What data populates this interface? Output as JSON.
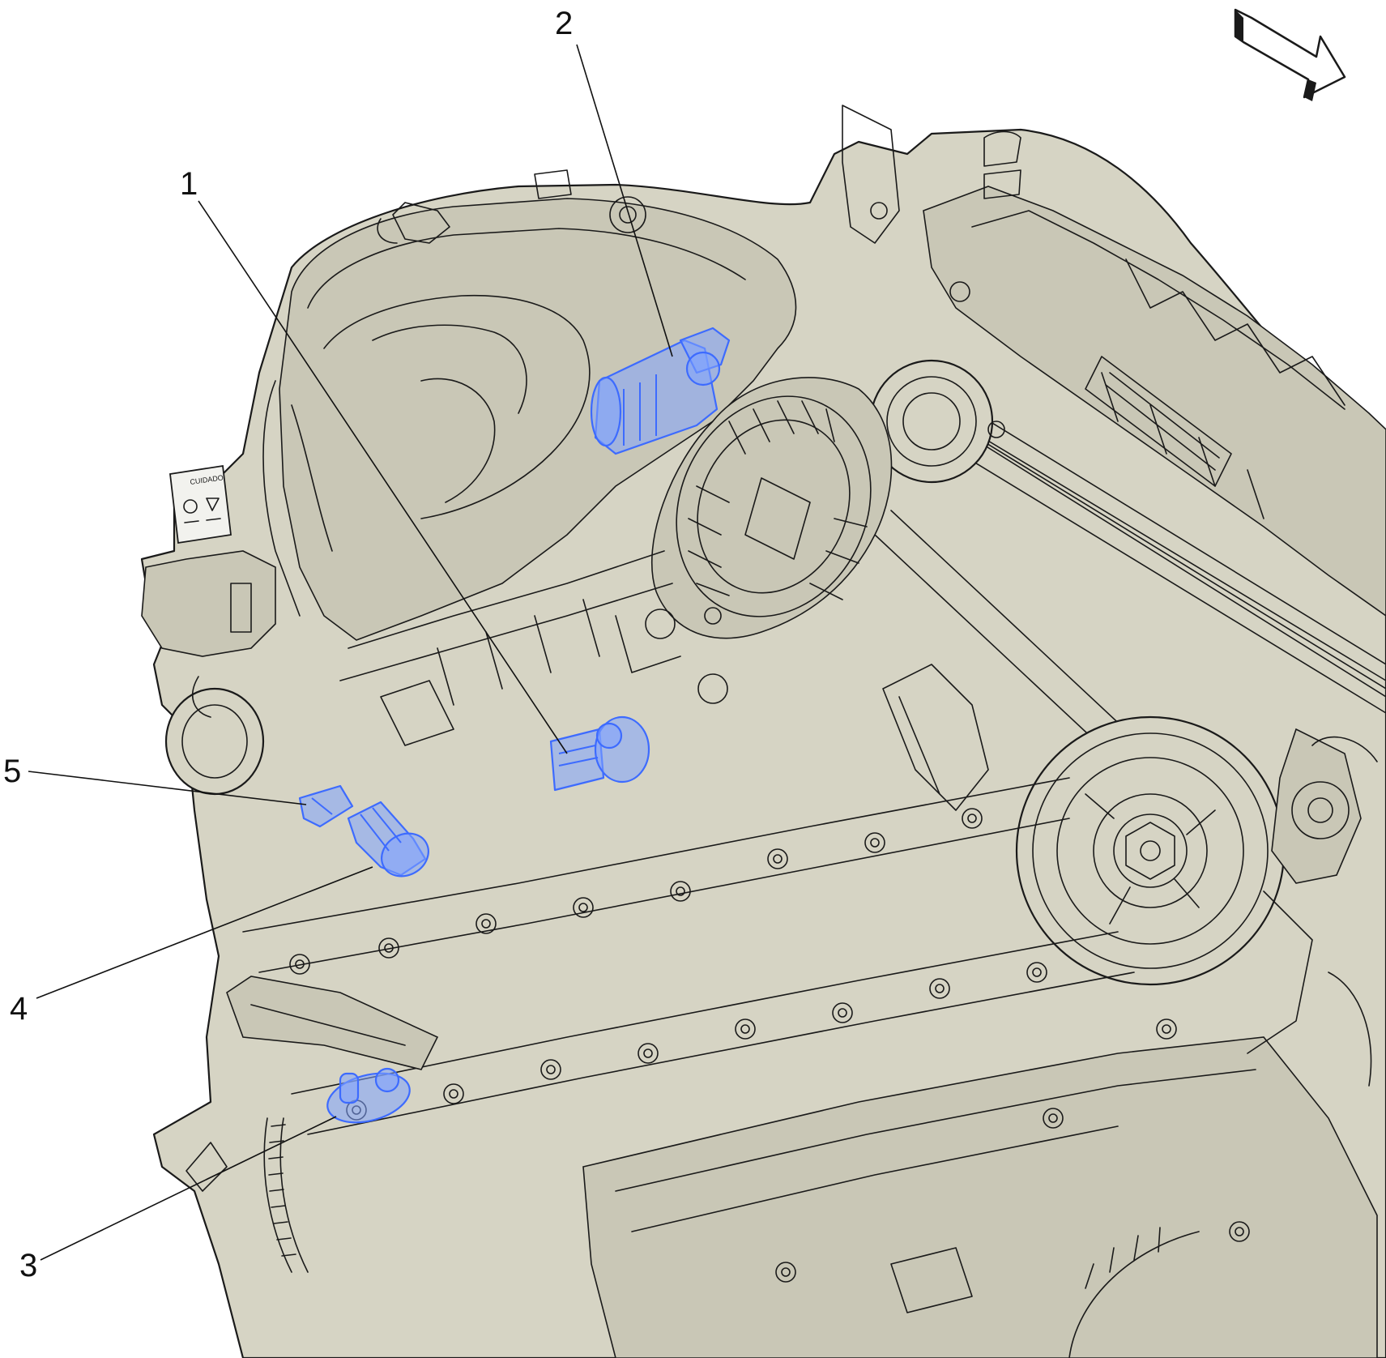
{
  "colors": {
    "engine_fill": "#d6d4c4",
    "outline": "#1a1a1a",
    "highlight": "#3d6bff"
  },
  "callouts": [
    {
      "label": "1"
    },
    {
      "label": "2"
    },
    {
      "label": "3"
    },
    {
      "label": "4"
    },
    {
      "label": "5"
    }
  ],
  "decal_text": "CUIDADO",
  "icons": [
    "direction-arrow-icon"
  ]
}
